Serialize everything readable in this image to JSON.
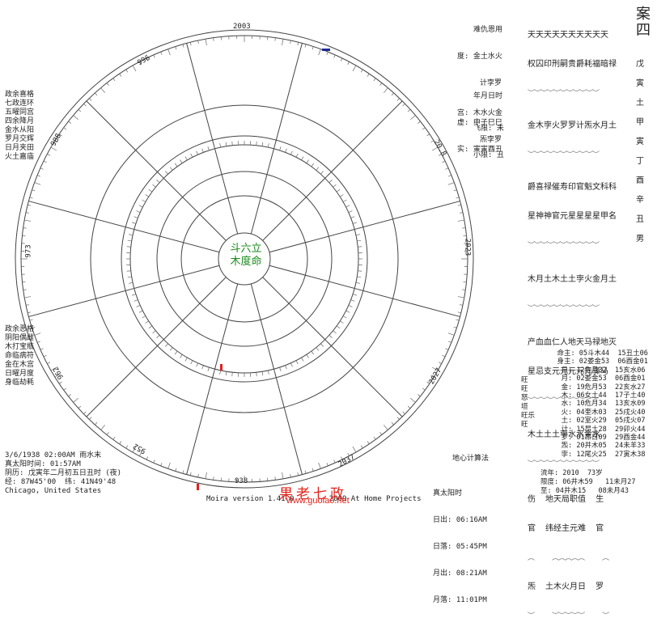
{
  "case": {
    "title_a": "案",
    "title_b": "四"
  },
  "top_info": {
    "lines": [
      "难仇恩用",
      "度: 金土水火",
      "计孛罗",
      "宫: 木水火金",
      "炁孛罗"
    ],
    "date_lines": [
      "年月日时",
      "虚: 申子巳巳",
      "实: 寅寅酉丑"
    ],
    "fei": [
      "飞限: 未",
      "小限: 丑"
    ]
  },
  "left_top": [
    "政余喜格",
    "七政连环",
    "五曜同宫",
    "四余降月",
    "金水从阳",
    "罗月交辉",
    "日月夹田",
    "火土嘉庙"
  ],
  "left_bottom": [
    "政余恶格",
    "阴阳偶雌",
    "木打宝瓶",
    "命临病符",
    "金在木宫",
    "日曜月度",
    "身临劫耗"
  ],
  "bottom_left": [
    "3/6/1938 02:00AM 雨水末",
    "真太阳时间: 01:57AM",
    "阴历: 戊寅年二月初五日丑时 (夜)",
    "经: 87W45'00  纬: 41N49'48",
    "Chicago, United States"
  ],
  "footer": "Moira version 1.41.0        2009 At Home Projects",
  "watermark": {
    "text": "果老七政",
    "url": "www.guolao.net"
  },
  "right_table": {
    "top_row": "天天天天天天天天天天",
    "r1": "权囚印刑嗣贵爵耗福暗禄",
    "r2": "金木孛火罗罗计炁水月土",
    "r3": "爵喜禄催寿印官魁文科科",
    "r4": "星神神官元星星星星甲名",
    "r5": "木月土木土土孛火金月土",
    "r6": "产血血仁人地天马禄地灭",
    "r7": "星忌支元元元元元驿马",
    "r8": "木土土土孛水水金水",
    "r9a": "伤  地天局职值  生",
    "r9b": "官  纬经主元难  官",
    "r10": "炁  土木火月日  罗",
    "side": [
      "戊",
      "寅",
      "土",
      "甲",
      "寅",
      "丁",
      "酉",
      "辛",
      "丑",
      "男"
    ]
  },
  "stars_right": {
    "rows": [
      [
        "命主: 05斗木44",
        "15丑土06"
      ],
      [
        "身主: 02娄金53",
        "06酉金01"
      ],
      [
        "日: 12危月32",
        "15亥水06"
      ],
      [
        "月: 02娄金53",
        "06酉金01"
      ],
      [
        "金: 19危月53",
        "22亥水27"
      ],
      [
        "木: 06女土44",
        "17子土40"
      ],
      [
        "水: 10危月34",
        "13亥水09"
      ],
      [
        "火: 04奎木03",
        "25戌火40"
      ],
      [
        "土: 02室火29",
        "05戌火07"
      ],
      [
        "计: 15昂土28",
        "29卯火44"
      ],
      [
        "罗: 01昂日09",
        "29酉金44"
      ],
      [
        "炁: 20井木05",
        "24未羊33"
      ],
      [
        "孛: 12尾火25",
        "27寅木38"
      ]
    ],
    "side_labels": [
      "旺",
      "旺",
      "怒",
      "垣",
      "旺乐",
      "旺"
    ],
    "liu": [
      "流年: 2010  73岁",
      "限度: 06井木59   11未月27",
      "至: 04井木15   08未月43"
    ]
  },
  "moon_calc": {
    "title": "地心计算法",
    "lines": [
      "真太阳时",
      "日出: 06:16AM",
      "日落: 05:45PM",
      "月出: 08:21AM",
      "月落: 11:01PM"
    ]
  },
  "wheel": {
    "year_top": "2003",
    "year_left_top": "996",
    "year_left": "988",
    "year_left_mid": "973",
    "year_left_bot": "962",
    "year_bot_left": "952",
    "year_bot": "938",
    "year_bot_right": "2037",
    "year_right_bot": "2027",
    "year_right": "2023",
    "year_right_top": "20.8",
    "center_text": [
      "斗六立",
      "木度命"
    ]
  }
}
